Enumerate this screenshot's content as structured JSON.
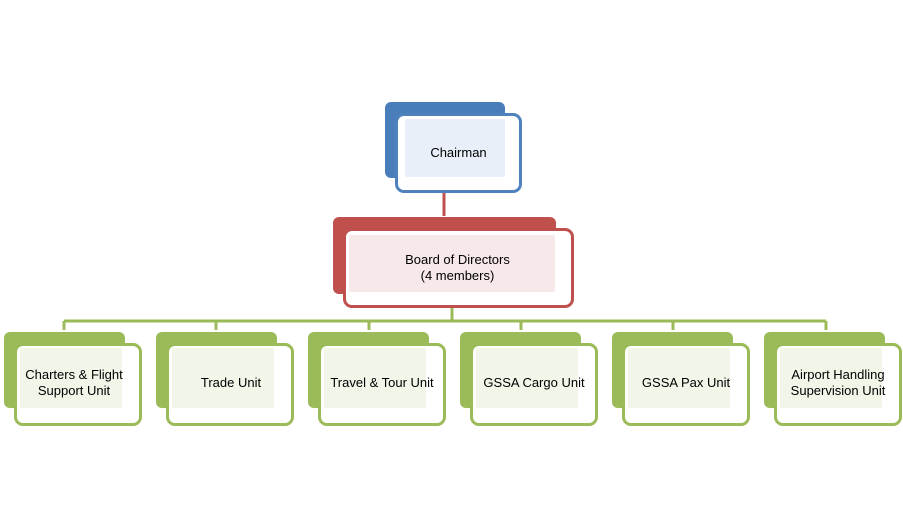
{
  "colors": {
    "chairman_back": "#4a7ebb",
    "chairman_border": "#4f81bd",
    "chairman_fill": "#e9eff8",
    "chairman_connector": "#c0504d",
    "board_back": "#c0504d",
    "board_border": "#c0504d",
    "board_fill": "#f7e9e9",
    "unit_back": "#9bbb59",
    "unit_border": "#9bbb59",
    "unit_fill": "#f1f6e8",
    "unit_connector": "#9bbb59"
  },
  "chairman": {
    "label": "Chairman"
  },
  "board": {
    "label": "Board of Directors\n(4 members)"
  },
  "units": [
    {
      "label": "Charters & Flight\nSupport Unit"
    },
    {
      "label": "Trade Unit"
    },
    {
      "label": "Travel & Tour Unit"
    },
    {
      "label": "GSSA Cargo Unit"
    },
    {
      "label": "GSSA Pax Unit"
    },
    {
      "label": "Airport Handling\nSupervision Unit"
    }
  ]
}
